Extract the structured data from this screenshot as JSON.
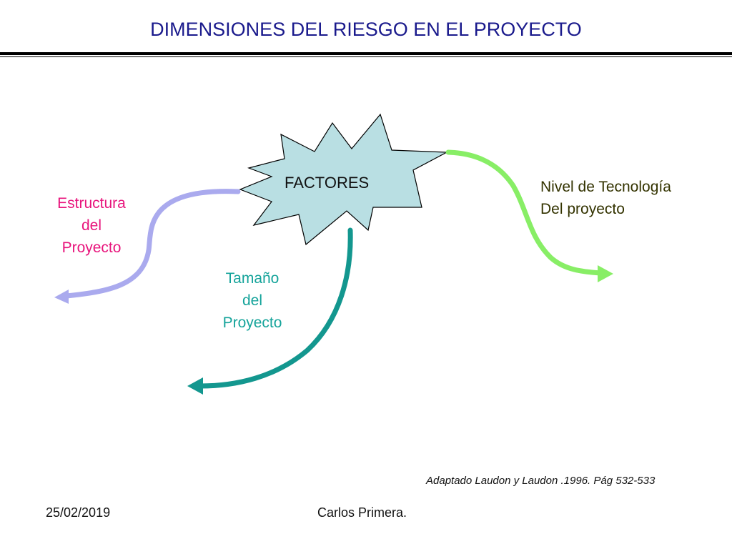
{
  "slide": {
    "title": "DIMENSIONES DEL RIESGO EN EL PROYECTO",
    "source": "Adaptado Laudon y Laudon .1996. Pág 532-533",
    "date": "25/02/2019",
    "author": "Carlos Primera."
  },
  "diagram": {
    "center": {
      "label": "FACTORES",
      "fill": "#b9dfe3"
    },
    "branches": [
      {
        "lines": [
          "Estructura",
          "del",
          "Proyecto"
        ],
        "color": "#aaaaee",
        "text_color": "#e8147c"
      },
      {
        "lines": [
          "Tamaño",
          "del",
          "Proyecto"
        ],
        "color": "#13978f",
        "text_color": "#14a39a"
      },
      {
        "lines": [
          "Nivel de Tecnología",
          "Del proyecto"
        ],
        "color": "#88ee66",
        "text_color": "#333300"
      }
    ]
  }
}
